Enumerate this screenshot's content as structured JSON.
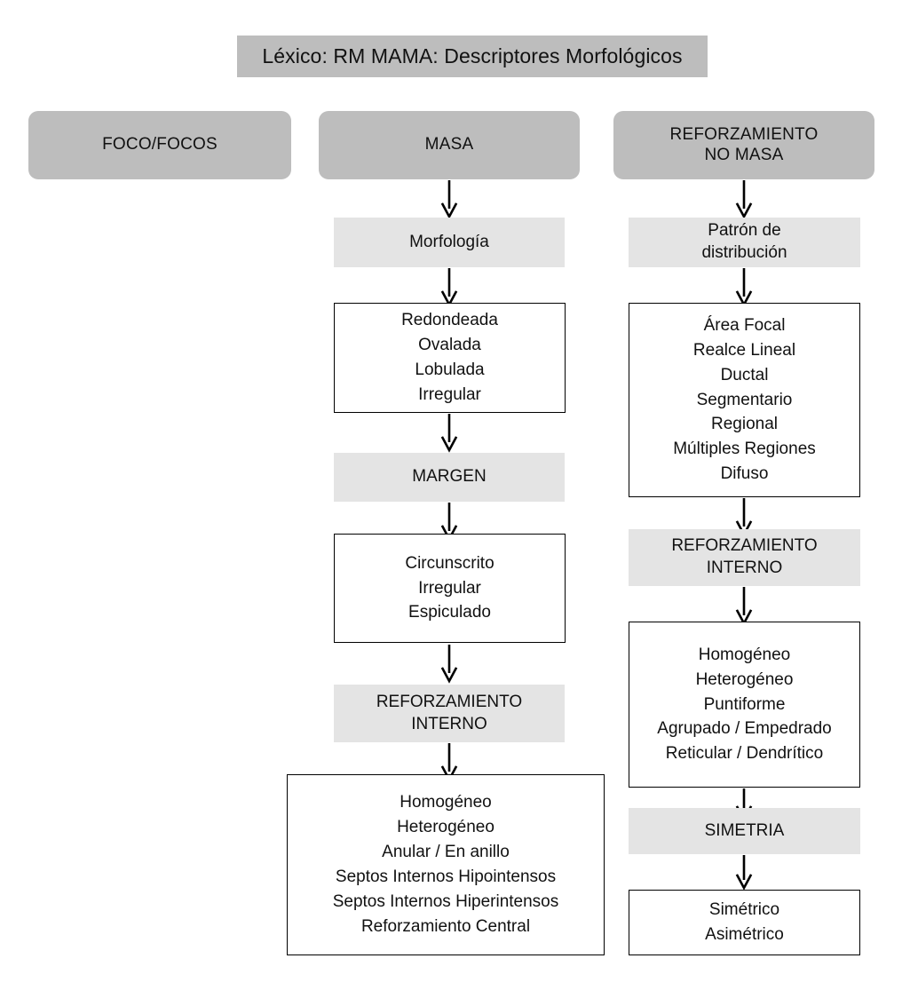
{
  "diagram": {
    "title": "Léxico: RM MAMA: Descriptores Morfológicos",
    "columns": [
      {
        "header": "FOCO/FOCOS",
        "steps": []
      },
      {
        "header": "MASA",
        "steps": [
          {
            "label": "Morfología",
            "options": [
              "Redondeada",
              "Ovalada",
              "Lobulada",
              "Irregular"
            ]
          },
          {
            "label": "MARGEN",
            "options": [
              "Circunscrito",
              "Irregular",
              "Espiculado"
            ]
          },
          {
            "label_line1": "REFORZAMIENTO",
            "label_line2": "INTERNO",
            "options": [
              "Homogéneo",
              "Heterogéneo",
              "Anular / En anillo",
              "Septos Internos Hipointensos",
              "Septos Internos Hiperintensos",
              "Reforzamiento Central"
            ]
          }
        ]
      },
      {
        "header_line1": "REFORZAMIENTO",
        "header_line2": "NO MASA",
        "steps": [
          {
            "label_line1": "Patrón de",
            "label_line2": "distribución",
            "options": [
              "Área Focal",
              "Realce Lineal",
              "Ductal",
              "Segmentario",
              "Regional",
              "Múltiples Regiones",
              "Difuso"
            ]
          },
          {
            "label_line1": "REFORZAMIENTO",
            "label_line2": "INTERNO",
            "options": [
              "Homogéneo",
              "Heterogéneo",
              "Puntiforme",
              "Agrupado / Empedrado",
              "Reticular / Dendrítico"
            ]
          },
          {
            "label": "SIMETRIA",
            "options": [
              "Simétrico",
              "Asimétrico"
            ]
          }
        ]
      }
    ],
    "colors": {
      "header_gray": "#bdbdbd",
      "subheader_gray": "#e4e4e4",
      "box_border": "#000000",
      "box_fill": "#ffffff",
      "text": "#111111"
    }
  }
}
